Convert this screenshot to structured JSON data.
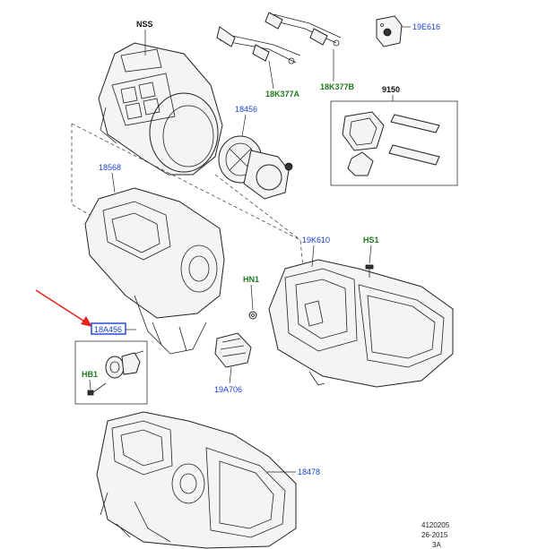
{
  "labels": {
    "nss": "NSS",
    "p19E616": "19E616",
    "p18K377A": "18K377A",
    "p18K377B": "18K377B",
    "p9150": "9150",
    "p18456": "18456",
    "p18568": "18568",
    "p19K610": "19K610",
    "hs1": "HS1",
    "hn1": "HN1",
    "p18A456": "18A456",
    "hb1": "HB1",
    "p19A706": "19A706",
    "p18478": "18478"
  },
  "footer": {
    "line1": "4120205",
    "line2": "26-2015",
    "line3": "3A"
  },
  "colors": {
    "label_blue": "#1a3fcf",
    "label_green": "#1f7a1f",
    "label_black": "#111111",
    "highlight_box": "#1a3fcf",
    "arrow": "#e8231c"
  }
}
